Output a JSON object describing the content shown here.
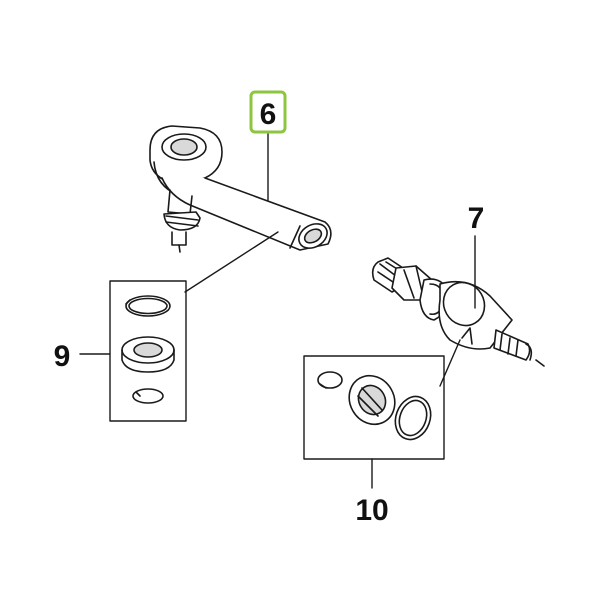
{
  "parts": [
    {
      "id": "tie-rod-end",
      "number": "6",
      "highlighted": true
    },
    {
      "id": "inner-ball-joint",
      "number": "7",
      "highlighted": false
    },
    {
      "id": "outer-seal-kit",
      "number": "9",
      "highlighted": false
    },
    {
      "id": "inner-seal-kit",
      "number": "10",
      "highlighted": false
    }
  ],
  "colors": {
    "line": "#1a1a1a",
    "highlight_border": "#8cc63f",
    "background": "#ffffff",
    "part_fill": "#ffffff",
    "shade": "#d9d9d9"
  }
}
